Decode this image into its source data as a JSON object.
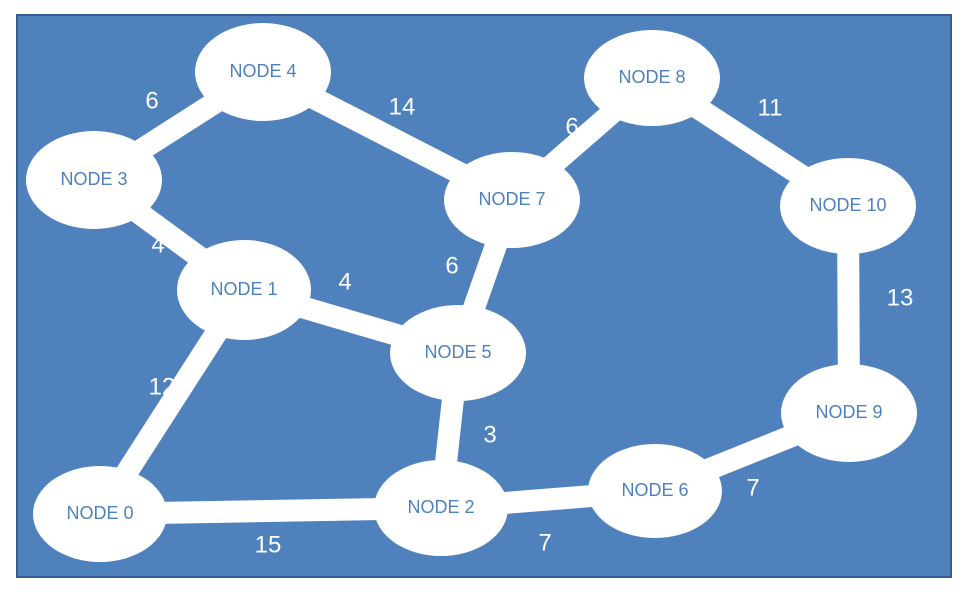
{
  "graph": {
    "colors": {
      "background": "#4f81bd",
      "border": "#385d8a",
      "node_fill": "#ffffff",
      "node_text": "#4f81bd",
      "edge": "#ffffff",
      "weight_text": "#ffffff"
    },
    "nodes": [
      {
        "id": "n0",
        "label": "NODE 0"
      },
      {
        "id": "n1",
        "label": "NODE 1"
      },
      {
        "id": "n2",
        "label": "NODE 2"
      },
      {
        "id": "n3",
        "label": "NODE 3"
      },
      {
        "id": "n4",
        "label": "NODE 4"
      },
      {
        "id": "n5",
        "label": "NODE 5"
      },
      {
        "id": "n6",
        "label": "NODE 6"
      },
      {
        "id": "n7",
        "label": "NODE 7"
      },
      {
        "id": "n8",
        "label": "NODE 8"
      },
      {
        "id": "n9",
        "label": "NODE 9"
      },
      {
        "id": "n10",
        "label": "NODE 10"
      }
    ],
    "edges": [
      {
        "from": "n3",
        "to": "n4",
        "weight": "6"
      },
      {
        "from": "n4",
        "to": "n7",
        "weight": "14"
      },
      {
        "from": "n7",
        "to": "n8",
        "weight": "6"
      },
      {
        "from": "n8",
        "to": "n10",
        "weight": "11"
      },
      {
        "from": "n3",
        "to": "n1",
        "weight": "4"
      },
      {
        "from": "n1",
        "to": "n5",
        "weight": "4"
      },
      {
        "from": "n7",
        "to": "n5",
        "weight": "6"
      },
      {
        "from": "n10",
        "to": "n9",
        "weight": "13"
      },
      {
        "from": "n1",
        "to": "n0",
        "weight": "12"
      },
      {
        "from": "n5",
        "to": "n2",
        "weight": "3"
      },
      {
        "from": "n0",
        "to": "n2",
        "weight": "15"
      },
      {
        "from": "n2",
        "to": "n6",
        "weight": "7"
      },
      {
        "from": "n6",
        "to": "n9",
        "weight": "7"
      }
    ]
  }
}
